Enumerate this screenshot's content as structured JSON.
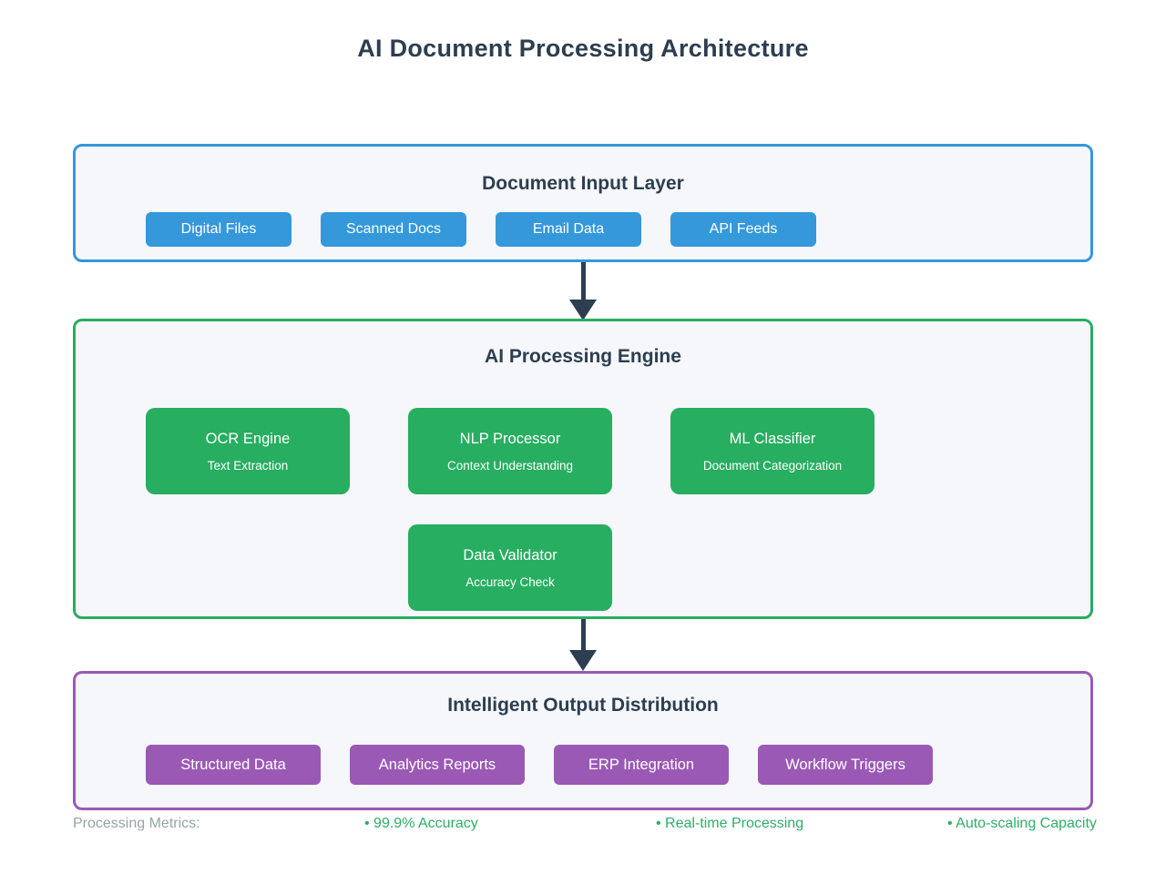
{
  "title": "AI Document Processing Architecture",
  "layers": {
    "input": {
      "title": "Document Input Layer",
      "accent_color": "#3498db",
      "items": [
        "Digital Files",
        "Scanned Docs",
        "Email Data",
        "API Feeds"
      ]
    },
    "engine": {
      "title": "AI Processing Engine",
      "accent_color": "#27ae60",
      "nodes": [
        {
          "title": "OCR Engine",
          "subtitle": "Text Extraction"
        },
        {
          "title": "NLP Processor",
          "subtitle": "Context Understanding"
        },
        {
          "title": "ML Classifier",
          "subtitle": "Document Categorization"
        },
        {
          "title": "Data Validator",
          "subtitle": "Accuracy Check"
        }
      ]
    },
    "output": {
      "title": "Intelligent Output Distribution",
      "accent_color": "#9b59b6",
      "items": [
        "Structured Data",
        "Analytics Reports",
        "ERP Integration",
        "Workflow Triggers"
      ]
    }
  },
  "metrics": {
    "label": "Processing Metrics:",
    "items": [
      "• 99.9% Accuracy",
      "• Real-time Processing",
      "• Auto-scaling Capacity"
    ],
    "label_color": "#95a5a6",
    "value_color": "#2eae66"
  },
  "colors": {
    "title_text": "#2c3e50",
    "panel_background": "#f5f7fa",
    "arrow": "#2c3e50",
    "blue": "#3498db",
    "green": "#27ae60",
    "purple": "#9b59b6"
  }
}
